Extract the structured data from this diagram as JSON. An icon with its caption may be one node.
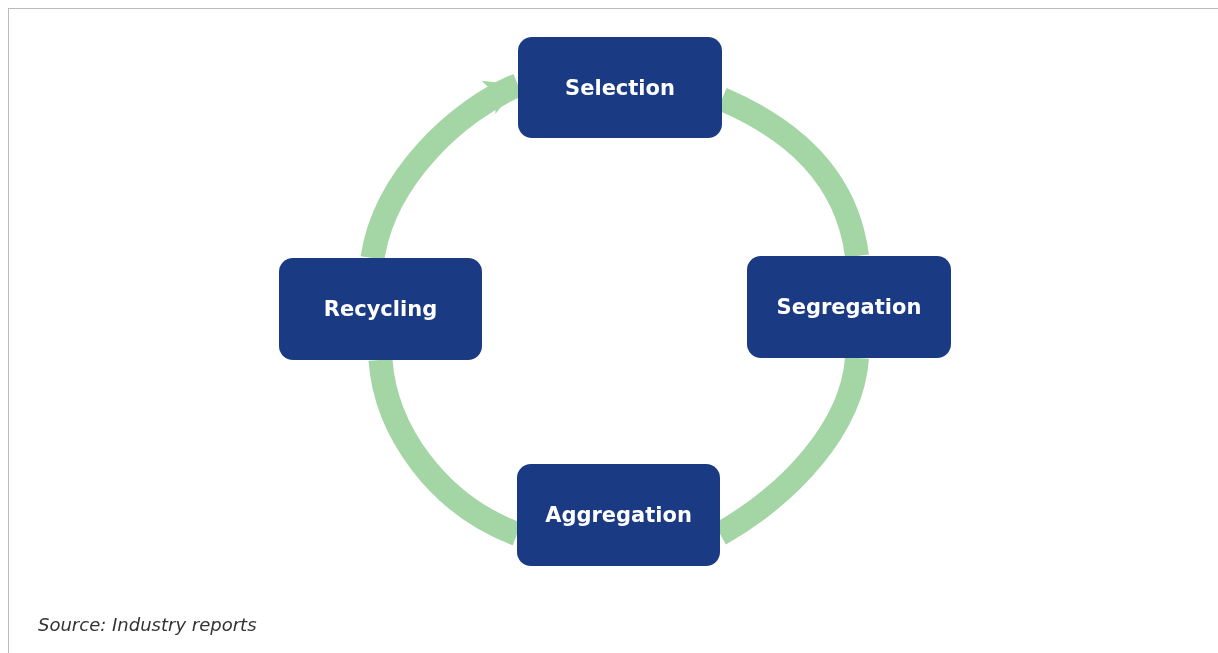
{
  "diagram": {
    "caption": "Source: Industry reports",
    "nodes": [
      {
        "text": [
          "Selection"
        ]
      },
      {
        "text": [
          "Segregation"
        ]
      },
      {
        "text": [
          "Aggregation"
        ]
      },
      {
        "text": [
          "Recycling"
        ]
      }
    ],
    "edges": [
      {
        "from": 0,
        "to": 1,
        "arrow": "none"
      },
      {
        "from": 1,
        "to": 2,
        "arrow": "none"
      },
      {
        "from": 2,
        "to": 3,
        "arrow": "none"
      },
      {
        "from": 3,
        "to": 0,
        "arrow": "to"
      }
    ]
  }
}
